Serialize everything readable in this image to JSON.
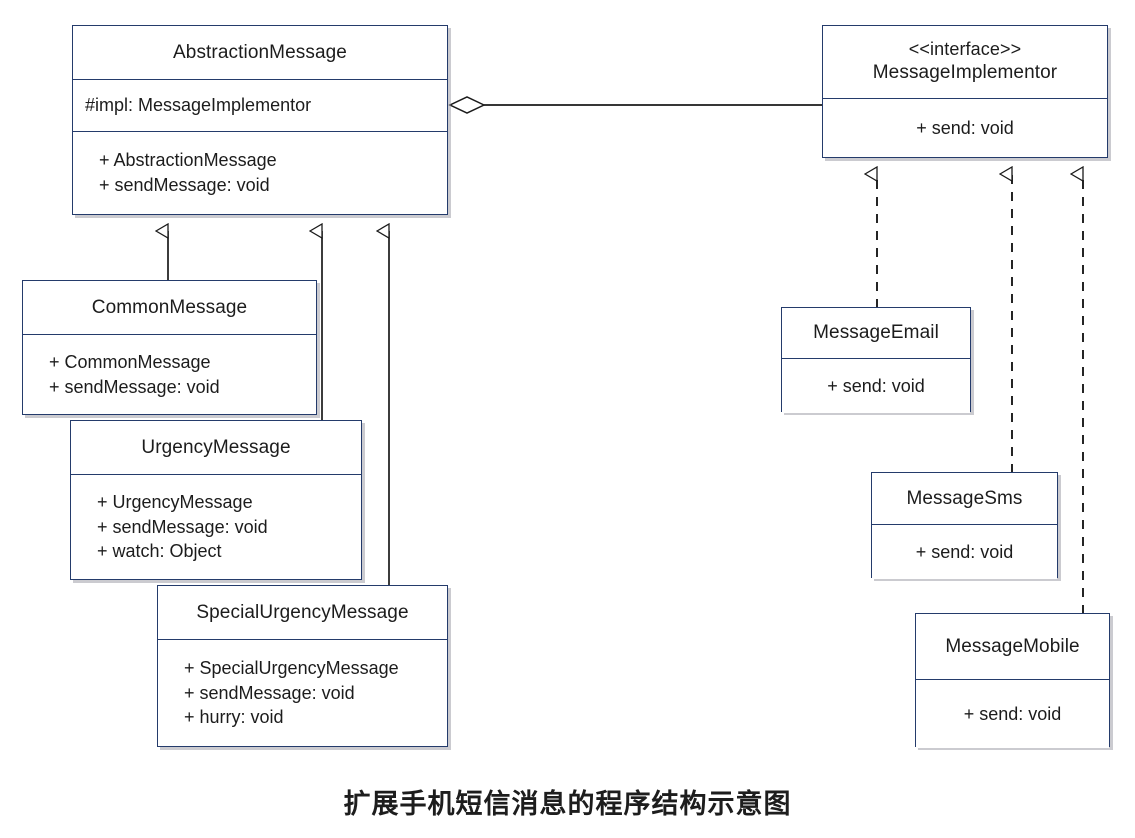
{
  "diagram": {
    "caption": "扩展手机短信消息的程序结构示意图",
    "type": "uml-class-diagram",
    "colors": {
      "box_border": "#243b6b",
      "connector": "#1a1a1a",
      "background": "#ffffff",
      "shadow": "#8c8c96"
    }
  },
  "classes": {
    "abstraction_message": {
      "name": "AbstractionMessage",
      "attributes": [
        "#impl: MessageImplementor"
      ],
      "operations": [
        "+ AbstractionMessage",
        "+ sendMessage: void"
      ]
    },
    "message_implementor": {
      "stereotype": "<<interface>>",
      "name": "MessageImplementor",
      "operations": [
        "+ send: void"
      ]
    },
    "common_message": {
      "name": "CommonMessage",
      "operations": [
        "+ CommonMessage",
        "+ sendMessage: void"
      ]
    },
    "urgency_message": {
      "name": "UrgencyMessage",
      "operations": [
        "+ UrgencyMessage",
        "+ sendMessage: void",
        "+ watch: Object"
      ]
    },
    "special_urgency_message": {
      "name": "SpecialUrgencyMessage",
      "operations": [
        "+ SpecialUrgencyMessage",
        "+ sendMessage: void",
        "+ hurry: void"
      ]
    },
    "message_email": {
      "name": "MessageEmail",
      "operations": [
        "+ send: void"
      ]
    },
    "message_sms": {
      "name": "MessageSms",
      "operations": [
        "+ send: void"
      ]
    },
    "message_mobile": {
      "name": "MessageMobile",
      "operations": [
        "+ send: void"
      ]
    }
  },
  "relationships": [
    {
      "id": "aggregation-abstraction-implementor",
      "kind": "aggregation",
      "from": "AbstractionMessage",
      "to": "MessageImplementor",
      "style": "solid",
      "end_marker": "hollow-diamond"
    },
    {
      "id": "generalization-common-abstraction",
      "kind": "generalization",
      "from": "CommonMessage",
      "to": "AbstractionMessage",
      "style": "solid",
      "end_marker": "hollow-triangle"
    },
    {
      "id": "generalization-urgency-abstraction",
      "kind": "generalization",
      "from": "UrgencyMessage",
      "to": "AbstractionMessage",
      "style": "solid",
      "end_marker": "hollow-triangle"
    },
    {
      "id": "generalization-special-urgency-abstraction",
      "kind": "generalization",
      "from": "SpecialUrgencyMessage",
      "to": "AbstractionMessage",
      "style": "solid",
      "end_marker": "hollow-triangle"
    },
    {
      "id": "realization-email-implementor",
      "kind": "realization",
      "from": "MessageEmail",
      "to": "MessageImplementor",
      "style": "dashed",
      "end_marker": "hollow-triangle"
    },
    {
      "id": "realization-sms-implementor",
      "kind": "realization",
      "from": "MessageSms",
      "to": "MessageImplementor",
      "style": "dashed",
      "end_marker": "hollow-triangle"
    },
    {
      "id": "realization-mobile-implementor",
      "kind": "realization",
      "from": "MessageMobile",
      "to": "MessageImplementor",
      "style": "dashed",
      "end_marker": "hollow-triangle"
    }
  ]
}
